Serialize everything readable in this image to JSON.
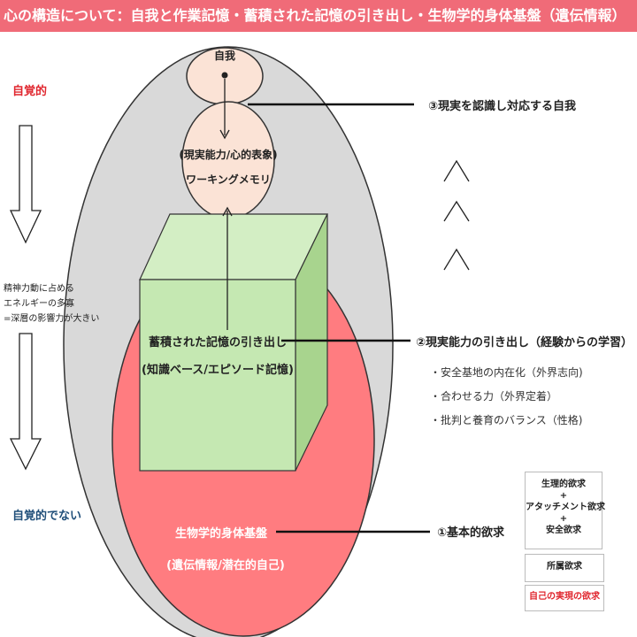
{
  "title": "心の構造について：自我と作業記憶・蓄積された記憶の引き出し・生物学的身体基盤（遺伝情報）",
  "left": {
    "conscious": "自覚的",
    "note_lines": [
      "精神力動に占める",
      "エネルギーの多寡",
      "=深層の影響力が大きい"
    ],
    "unconscious": "自覚的でない"
  },
  "diagram": {
    "ego": "自我",
    "working_memory_line1": "(現実能力/心的表象)",
    "working_memory_line2": "ワーキングメモリ",
    "accumulated_line1": "蓄積された記憶の引き出し",
    "accumulated_line2": "(知識ベース/エピソード記憶)",
    "biological_line1": "生物学的身体基盤",
    "biological_line2": "(遺伝情報/潜在的自己)"
  },
  "right": {
    "label3": "③現実を認識し対応する自我",
    "label2": "②現実能力の引き出し（経験からの学習）",
    "label2_items": [
      "・安全基地の内在化（外界志向)",
      "・合わせる力（外界定着）",
      "・批判と養育のバランス（性格)"
    ],
    "label1": "①基本的欲求",
    "needs_top": [
      "生理的欲求",
      "+",
      "アタッチメント欲求",
      "+",
      "安全欲求"
    ],
    "needs_mid": "所属欲求",
    "needs_bottom": "自己の実現の欲求"
  },
  "colors": {
    "title_bg": "#f06b78",
    "outer_oval": "#d9d9d9",
    "inner_oval": "#ff7c80",
    "cube_front": "#c5e8b2",
    "cube_top": "#d3eec4",
    "cube_side": "#a8d48e",
    "ego_circle": "#fbe3d6",
    "red_text": "#e0262e",
    "blue_text": "#1f4e79"
  }
}
